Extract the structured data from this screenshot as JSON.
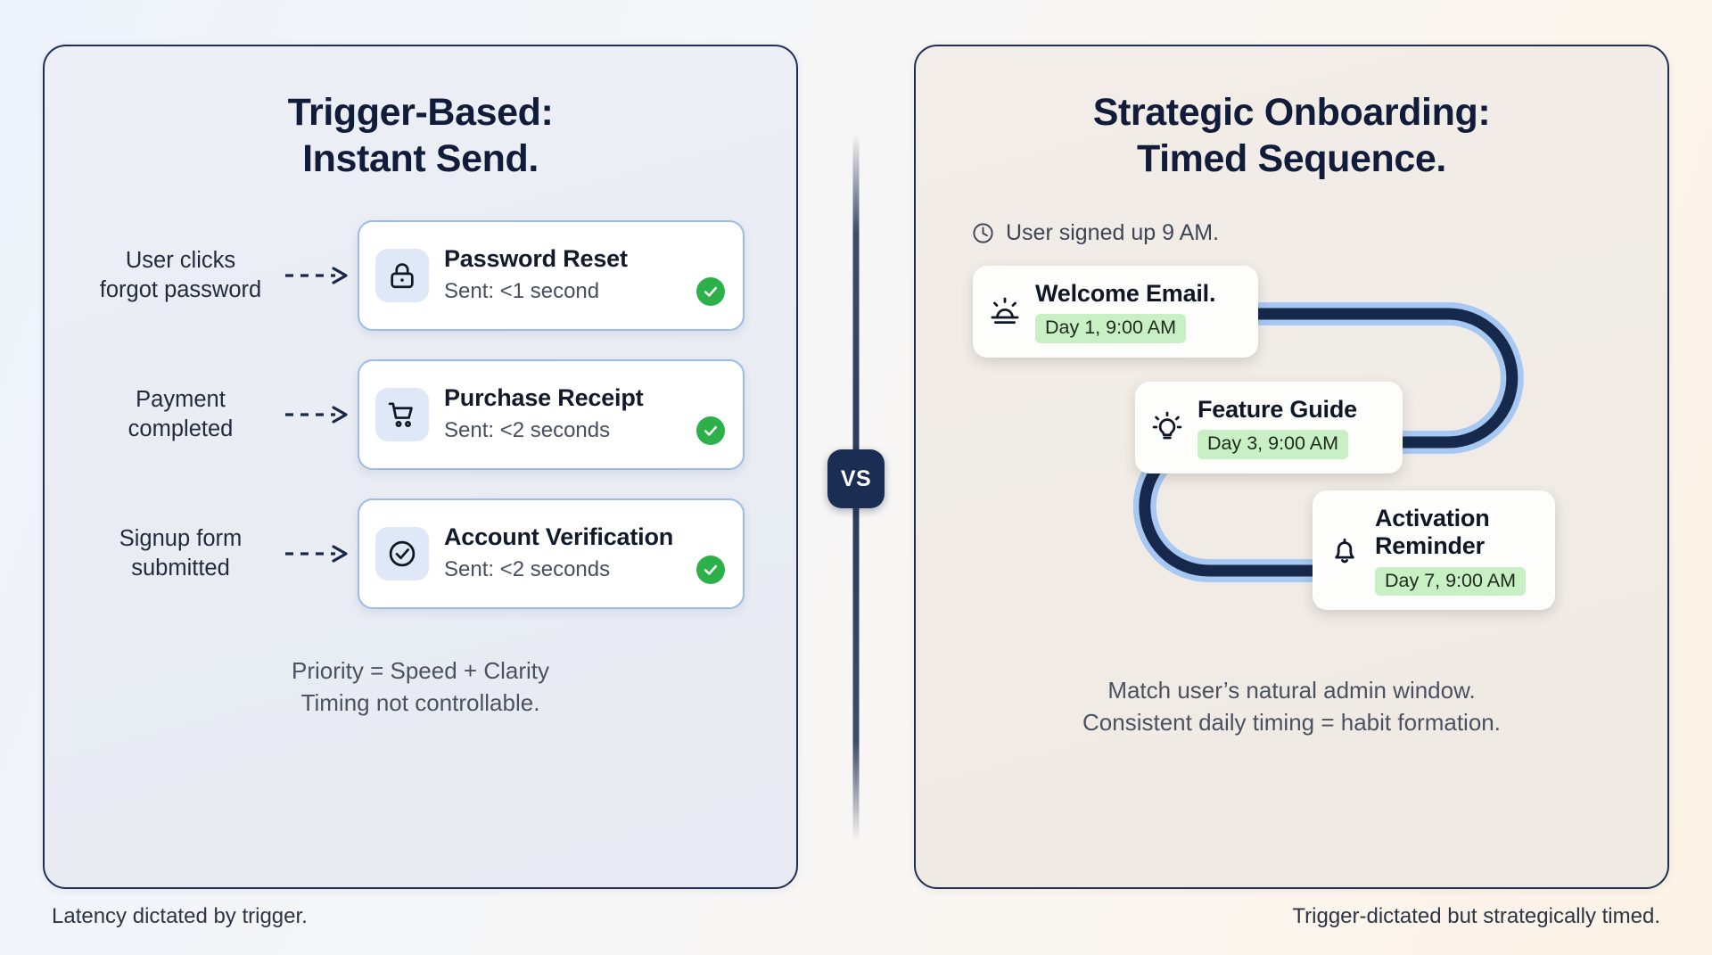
{
  "theme": {
    "navy": "#111c3a",
    "card_border_blue": "#9cbbe6",
    "check_green": "#2cb14a",
    "chip_green": "#c8f0c4",
    "path_dark": "#16284b",
    "path_light": "#9dc2f0",
    "left_panel_bg": "#eceff6",
    "right_panel_bg": "#f2ede8"
  },
  "center": {
    "vs_label": "VS"
  },
  "left_panel": {
    "title": "Trigger-Based:\nInstant Send.",
    "rows": [
      {
        "label": "User clicks\nforgot password",
        "arrow_icon": "dashed-arrow-icon",
        "card": {
          "icon": "lock-icon",
          "title": "Password Reset",
          "sub": "Sent: <1 second",
          "status_icon": "check-circle-icon"
        }
      },
      {
        "label": "Payment\ncompleted",
        "arrow_icon": "dashed-arrow-icon",
        "card": {
          "icon": "shopping-cart-icon",
          "title": "Purchase Receipt",
          "sub": "Sent: <2 seconds",
          "status_icon": "check-circle-icon"
        }
      },
      {
        "label": "Signup form\nsubmitted",
        "arrow_icon": "dashed-arrow-icon",
        "card": {
          "icon": "check-circle-outline-icon",
          "title": "Account Verification",
          "sub": "Sent: <2 seconds",
          "status_icon": "check-circle-icon"
        }
      }
    ],
    "footnote": "Priority = Speed + Clarity\nTiming not controllable."
  },
  "right_panel": {
    "title": "Strategic Onboarding:\nTimed Sequence.",
    "signup": {
      "icon": "clock-icon",
      "text": "User signed up 9 AM."
    },
    "sequence": [
      {
        "icon": "sunrise-icon",
        "title": "Welcome Email.",
        "chip": "Day 1, 9:00 AM"
      },
      {
        "icon": "lightbulb-icon",
        "title": "Feature Guide",
        "chip": "Day 3, 9:00 AM"
      },
      {
        "icon": "bell-icon",
        "title": "Activation\nReminder",
        "chip": "Day 7, 9:00 AM"
      }
    ],
    "footnote": "Match user’s natural admin window.\nConsistent daily timing = habit formation."
  },
  "captions": {
    "left": "Latency dictated by trigger.",
    "right": "Trigger-dictated but strategically timed."
  }
}
